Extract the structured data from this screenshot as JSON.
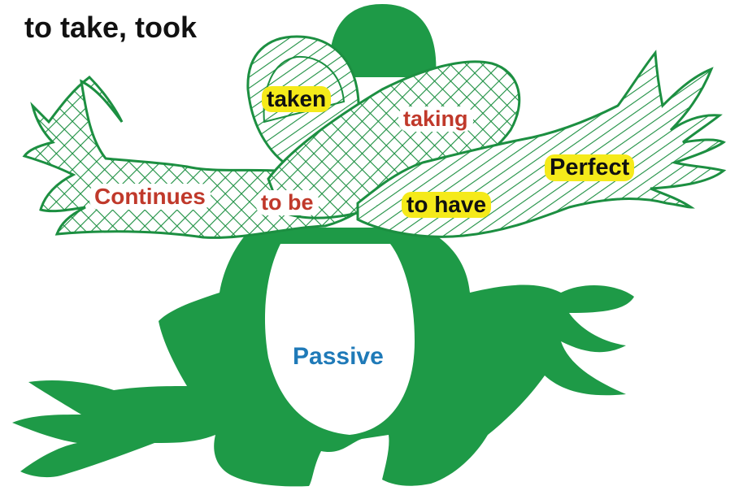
{
  "title": "to take, took",
  "labels": {
    "taken": "taken",
    "taking": "taking",
    "continues": "Continues",
    "to_be": "to be",
    "to_have": "to have",
    "perfect": "Perfect",
    "passive": "Passive"
  },
  "colors": {
    "frog_green": "#1e9a47",
    "stroke_green": "#1c8f41",
    "highlight_yellow": "#f5ea1a",
    "label_red": "#c0392b",
    "label_blue": "#1f7ab8",
    "title_black": "#111111"
  }
}
